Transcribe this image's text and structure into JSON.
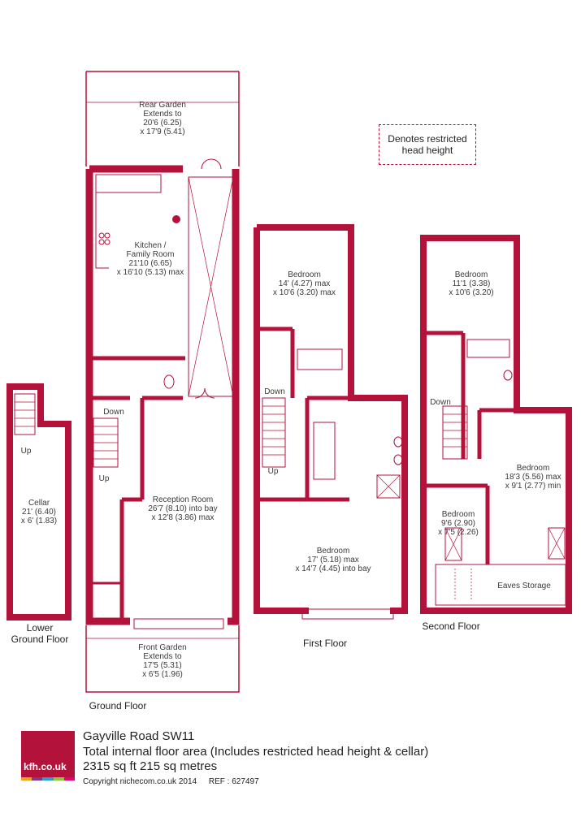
{
  "restricted_note": [
    "Denotes restricted",
    "head height"
  ],
  "rooms": {
    "rear_garden": [
      "Rear Garden",
      "Extends to",
      "20'6 (6.25)",
      "x 17'9 (5.41)"
    ],
    "kitchen": [
      "Kitchen /",
      "Family Room",
      "21'10 (6.65)",
      "x 16'10 (5.13) max"
    ],
    "reception": [
      "Reception Room",
      "26'7 (8.10) into bay",
      "x 12'8 (3.86) max"
    ],
    "front_garden": [
      "Front Garden",
      "Extends to",
      "17'5 (5.31)",
      "x 6'5 (1.96)"
    ],
    "cellar": [
      "Cellar",
      "21' (6.40)",
      "x 6' (1.83)"
    ],
    "ff_bedroom_top": [
      "Bedroom",
      "14' (4.27) max",
      "x 10'6 (3.20) max"
    ],
    "ff_bedroom_bottom": [
      "Bedroom",
      "17' (5.18) max",
      "x 14'7 (4.45) into bay"
    ],
    "sf_bedroom_top": [
      "Bedroom",
      "11'1 (3.38)",
      "x 10'6 (3.20)"
    ],
    "sf_bedroom_right": [
      "Bedroom",
      "18'3 (5.56) max",
      "x 9'1 (2.77) min"
    ],
    "sf_bedroom_small": [
      "Bedroom",
      "9'6 (2.90)",
      "x 7'5 (2.26)"
    ],
    "eaves": "Eaves Storage"
  },
  "stairs": {
    "down": "Down",
    "up": "Up"
  },
  "floors": {
    "lower_ground": [
      "Lower",
      "Ground Floor"
    ],
    "ground": "Ground Floor",
    "first": "First Floor",
    "second": "Second Floor"
  },
  "footer": {
    "address": "Gayville Road SW11",
    "area_line": "Total internal floor area (Includes restricted head height & cellar)",
    "size_line": "2315 sq ft 215 sq metres",
    "copyright": "Copyright nichecom.co.uk 2014",
    "ref": "REF : 627497"
  },
  "logo": {
    "text": "kfh.co.uk",
    "bar_colors": [
      "#e8a317",
      "#7a3b8f",
      "#2a9fd6",
      "#8dc63f",
      "#e4007c"
    ]
  },
  "colors": {
    "wall": "#b3123b",
    "fixture": "#b3123b",
    "fill": "#ffffff"
  }
}
